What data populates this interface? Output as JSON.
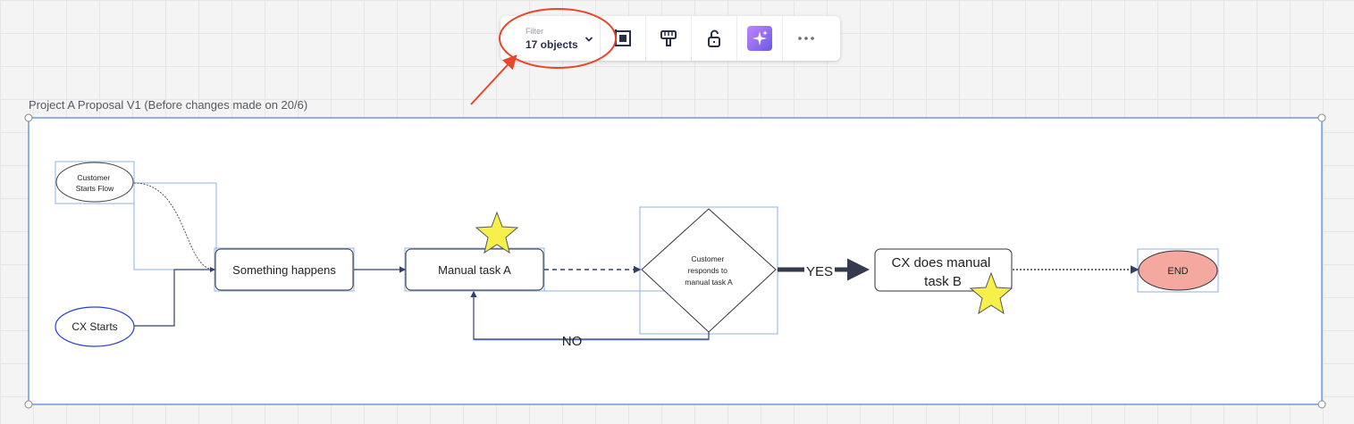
{
  "toolbar": {
    "filter_caption": "Filter",
    "filter_value": "17 objects",
    "tools": [
      {
        "icon": "frame-icon"
      },
      {
        "icon": "format-paint-icon"
      },
      {
        "icon": "unlock-icon"
      },
      {
        "icon": "ai-sparkle-icon"
      },
      {
        "icon": "more-icon"
      }
    ]
  },
  "frame": {
    "title": "Project A Proposal V1 (Before changes made on 20/6)"
  },
  "nodes": {
    "customer_starts_flow": "Customer Starts Flow",
    "cx_starts": "CX Starts",
    "something_happens": "Something happens",
    "manual_task_a": "Manual task A",
    "decision": "Customer responds to manual task A",
    "cx_does_manual_task_b": "CX does manual task B",
    "end": "END"
  },
  "edges": {
    "yes_label": "YES",
    "no_label": "NO"
  },
  "colors": {
    "annotation_red": "#e8452a",
    "selection_blue": "#4a7fdc",
    "star_yellow": "#f7f04a",
    "end_fill": "#f4a8a0",
    "ai_purple": "#8b5cf6"
  }
}
